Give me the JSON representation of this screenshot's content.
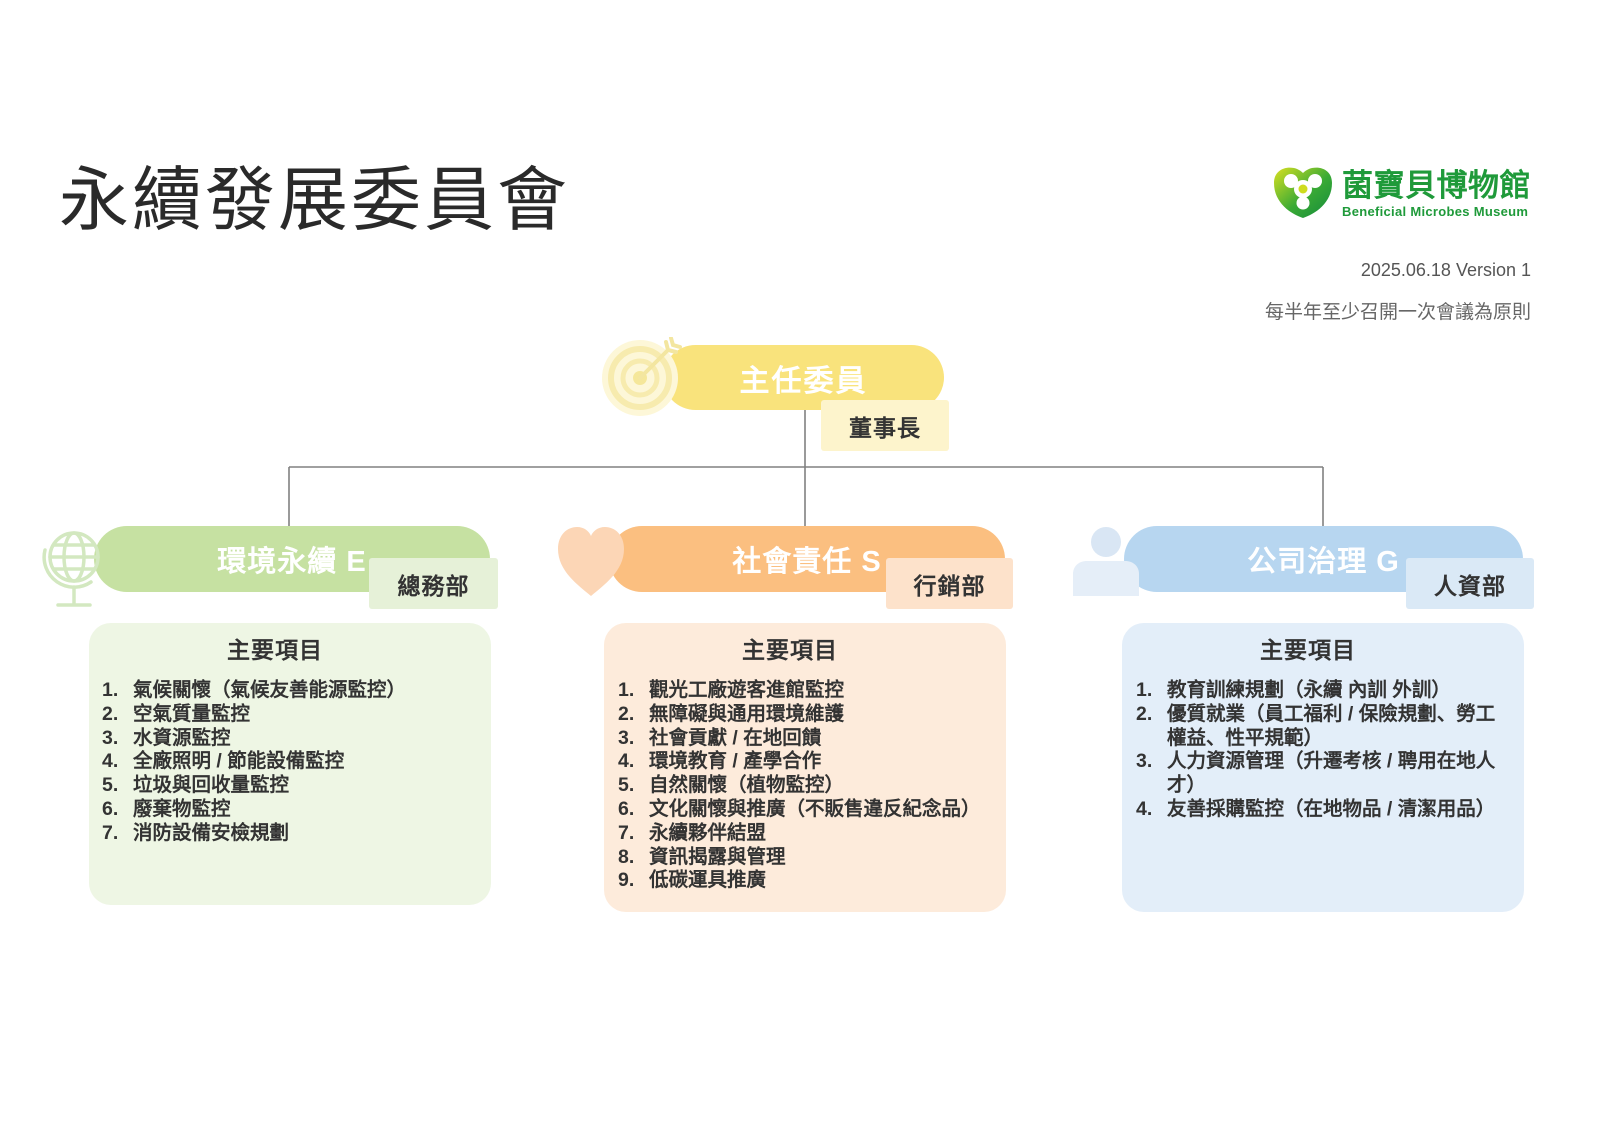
{
  "title": "永續發展委員會",
  "logo": {
    "icon": "museum-logo-icon",
    "name_zh": "菌寶貝博物館",
    "name_en": "Beneficial Microbes Museum",
    "brand_color": "#1f9a3a"
  },
  "version": "2025.06.18 Version 1",
  "meeting_rule": "每半年至少召開一次會議為原則",
  "chair": {
    "icon": "target-icon",
    "role": "主任委員",
    "holder": "董事長",
    "accent": "#f9e37c",
    "tag_bg": "#fdf4cc"
  },
  "pillars": [
    {
      "icon": "globe-icon",
      "title": "環境永續 E",
      "department": "總務部",
      "heading": "主要項目",
      "accent": "#c6e1a2",
      "tag_bg": "#e6f1d8",
      "card_bg": "#eef6e4",
      "items": [
        {
          "no": "1.",
          "text": "氣候關懷（氣候友善能源監控）"
        },
        {
          "no": "2.",
          "text": "空氣質量監控"
        },
        {
          "no": "3.",
          "text": "水資源監控"
        },
        {
          "no": "4.",
          "text": "全廠照明 / 節能設備監控"
        },
        {
          "no": "5.",
          "text": "垃圾與回收量監控"
        },
        {
          "no": "6.",
          "text": "廢棄物監控"
        },
        {
          "no": "7.",
          "text": "消防設備安檢規劃"
        }
      ]
    },
    {
      "icon": "heart-icon",
      "title": "社會責任 S",
      "department": "行銷部",
      "heading": "主要項目",
      "accent": "#fbbf80",
      "tag_bg": "#fde2cb",
      "card_bg": "#fdebdb",
      "items": [
        {
          "no": "1.",
          "text": "觀光工廠遊客進館監控"
        },
        {
          "no": "2.",
          "text": "無障礙與通用環境維護"
        },
        {
          "no": "3.",
          "text": "社會貢獻 / 在地回饋"
        },
        {
          "no": "4.",
          "text": "環境教育 / 產學合作"
        },
        {
          "no": "5.",
          "text": "自然關懷（植物監控）"
        },
        {
          "no": "6.",
          "text": "文化關懷與推廣（不販售違反紀念品）"
        },
        {
          "no": "7.",
          "text": "永續夥伴結盟"
        },
        {
          "no": "8.",
          "text": "資訊揭露與管理"
        },
        {
          "no": "9.",
          "text": "低碳運具推廣"
        }
      ]
    },
    {
      "icon": "person-icon",
      "title": "公司治理 G",
      "department": "人資部",
      "heading": "主要項目",
      "accent": "#b7d6f0",
      "tag_bg": "#dae9f6",
      "card_bg": "#e3eef9",
      "items": [
        {
          "no": "1.",
          "text": "教育訓練規劃（永續 內訓 外訓）"
        },
        {
          "no": "2.",
          "text": "優質就業（員工福利 / 保險規劃、勞工權益、性平規範）"
        },
        {
          "no": "3.",
          "text": "人力資源管理（升遷考核 / 聘用在地人才）"
        },
        {
          "no": "4.",
          "text": "友善採購監控（在地物品 / 清潔用品）"
        }
      ]
    }
  ]
}
